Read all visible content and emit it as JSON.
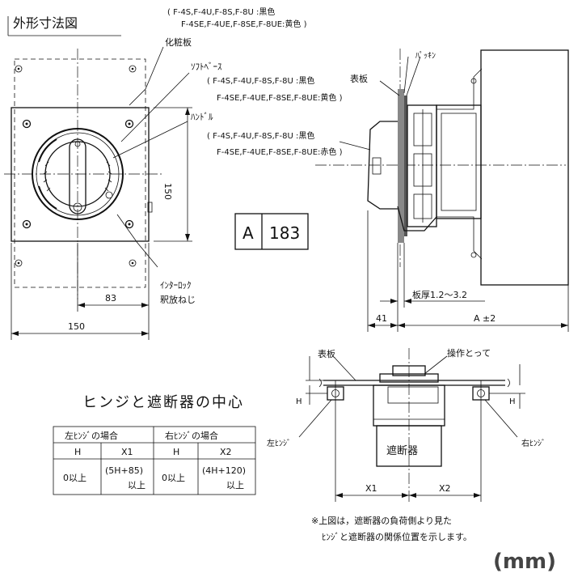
{
  "title": "外形寸法図",
  "callouts": {
    "cover_colors": [
      "( F-4S,F-4U,F-8S,F-8U  :黒色",
      "F-4SE,F-4UE,F-8SE,F-8UE:黄色 )"
    ],
    "cover_plate": "化粧板",
    "soft_base": "ｿﾌﾄﾍﾞｰｽ",
    "soft_base_colors": [
      "( F-4S,F-4U,F-8S,F-8U   :黒色",
      "F-4SE,F-4UE,F-8SE,F-8UE:黄色 )"
    ],
    "handle": "ﾊﾝﾄﾞﾙ",
    "handle_colors": [
      "( F-4S,F-4U,F-8S,F-8U   :黒色",
      "F-4SE,F-4UE,F-8SE,F-8UE:赤色 )"
    ],
    "interlock": [
      "ｲﾝﾀｰﾛｯｸ",
      "釈放ねじ"
    ],
    "packing": "ﾊﾟｯｷﾝ",
    "front_plate": "表板"
  },
  "dims": {
    "height_150": "150",
    "offset_83": "83",
    "width_150": "150",
    "plate_thickness": "板厚1.2～3.2",
    "depth_41": "41",
    "depth_A": "A ±2"
  },
  "box_a": {
    "label": "A",
    "value": "183"
  },
  "section_title": "ヒンジと遮断器の中心",
  "table": {
    "headers": [
      "左ﾋﾝｼﾞの場合",
      "右ﾋﾝｼﾞの場合"
    ],
    "subheaders": [
      "H",
      "X1",
      "H",
      "X2"
    ],
    "cells": [
      "0以上",
      "(5H+85)",
      "以上",
      "0以上",
      "(4H+120)",
      "以上"
    ]
  },
  "bottom": {
    "front_plate": "表板",
    "operate_side": "操作とって",
    "left_hinge": "左ﾋﾝｼﾞ",
    "right_hinge": "右ﾋﾝｼﾞ",
    "breaker": "遮断器",
    "h": "H",
    "x1": "X1",
    "x2": "X2"
  },
  "note": [
    "※上図は，遮断器の負荷側より見た",
    "ﾋﾝｼﾞと遮断器の関係位置を示します。"
  ],
  "unit": "(mm)"
}
